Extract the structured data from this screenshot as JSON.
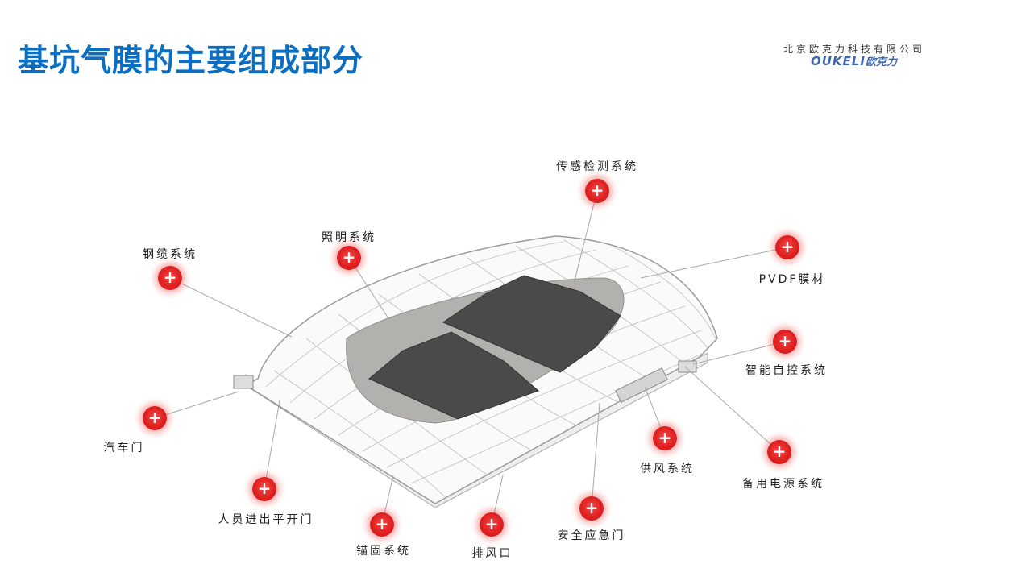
{
  "header": {
    "title": "基坑气膜的主要组成部分",
    "company": "北京欧克力科技有限公司",
    "logo_en": "OUKELI",
    "logo_cn": "欧克力"
  },
  "components": [
    {
      "id": "sensor",
      "label": "传感检测系统"
    },
    {
      "id": "lighting",
      "label": "照明系统"
    },
    {
      "id": "cable",
      "label": "钢缆系统"
    },
    {
      "id": "pvdf",
      "label": "PVDF膜材"
    },
    {
      "id": "control",
      "label": "智能自控系统"
    },
    {
      "id": "cardoor",
      "label": "汽车门"
    },
    {
      "id": "backup",
      "label": "备用电源系统"
    },
    {
      "id": "airsupply",
      "label": "供风系统"
    },
    {
      "id": "persondoor",
      "label": "人员进出平开门"
    },
    {
      "id": "emergency",
      "label": "安全应急门"
    },
    {
      "id": "anchor",
      "label": "锚固系统"
    },
    {
      "id": "exhaust",
      "label": "排风口"
    }
  ],
  "icons": {
    "hotspot": "plus-icon"
  }
}
